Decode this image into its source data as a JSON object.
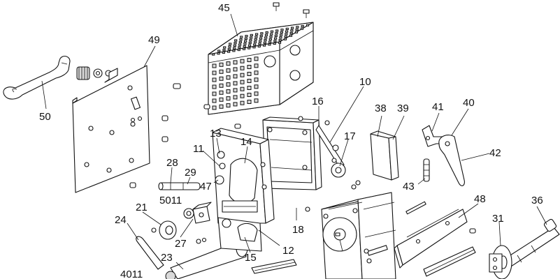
{
  "callouts": [
    {
      "id": "45",
      "label": "45"
    },
    {
      "id": "49",
      "label": "49"
    },
    {
      "id": "50",
      "label": "50"
    },
    {
      "id": "10",
      "label": "10"
    },
    {
      "id": "16",
      "label": "16"
    },
    {
      "id": "38",
      "label": "38"
    },
    {
      "id": "39",
      "label": "39"
    },
    {
      "id": "41",
      "label": "41"
    },
    {
      "id": "40",
      "label": "40"
    },
    {
      "id": "42",
      "label": "42"
    },
    {
      "id": "13",
      "label": "13"
    },
    {
      "id": "14",
      "label": "14"
    },
    {
      "id": "17",
      "label": "17"
    },
    {
      "id": "11",
      "label": "11"
    },
    {
      "id": "28",
      "label": "28"
    },
    {
      "id": "29",
      "label": "29"
    },
    {
      "id": "47",
      "label": "47"
    },
    {
      "id": "43",
      "label": "43"
    },
    {
      "id": "5011",
      "label": "5011"
    },
    {
      "id": "48",
      "label": "48"
    },
    {
      "id": "36",
      "label": "36"
    },
    {
      "id": "21",
      "label": "21"
    },
    {
      "id": "24",
      "label": "24"
    },
    {
      "id": "27",
      "label": "27"
    },
    {
      "id": "18",
      "label": "18"
    },
    {
      "id": "31",
      "label": "31"
    },
    {
      "id": "12",
      "label": "12"
    },
    {
      "id": "15",
      "label": "15"
    },
    {
      "id": "23",
      "label": "23"
    },
    {
      "id": "4011",
      "label": "4011"
    }
  ]
}
